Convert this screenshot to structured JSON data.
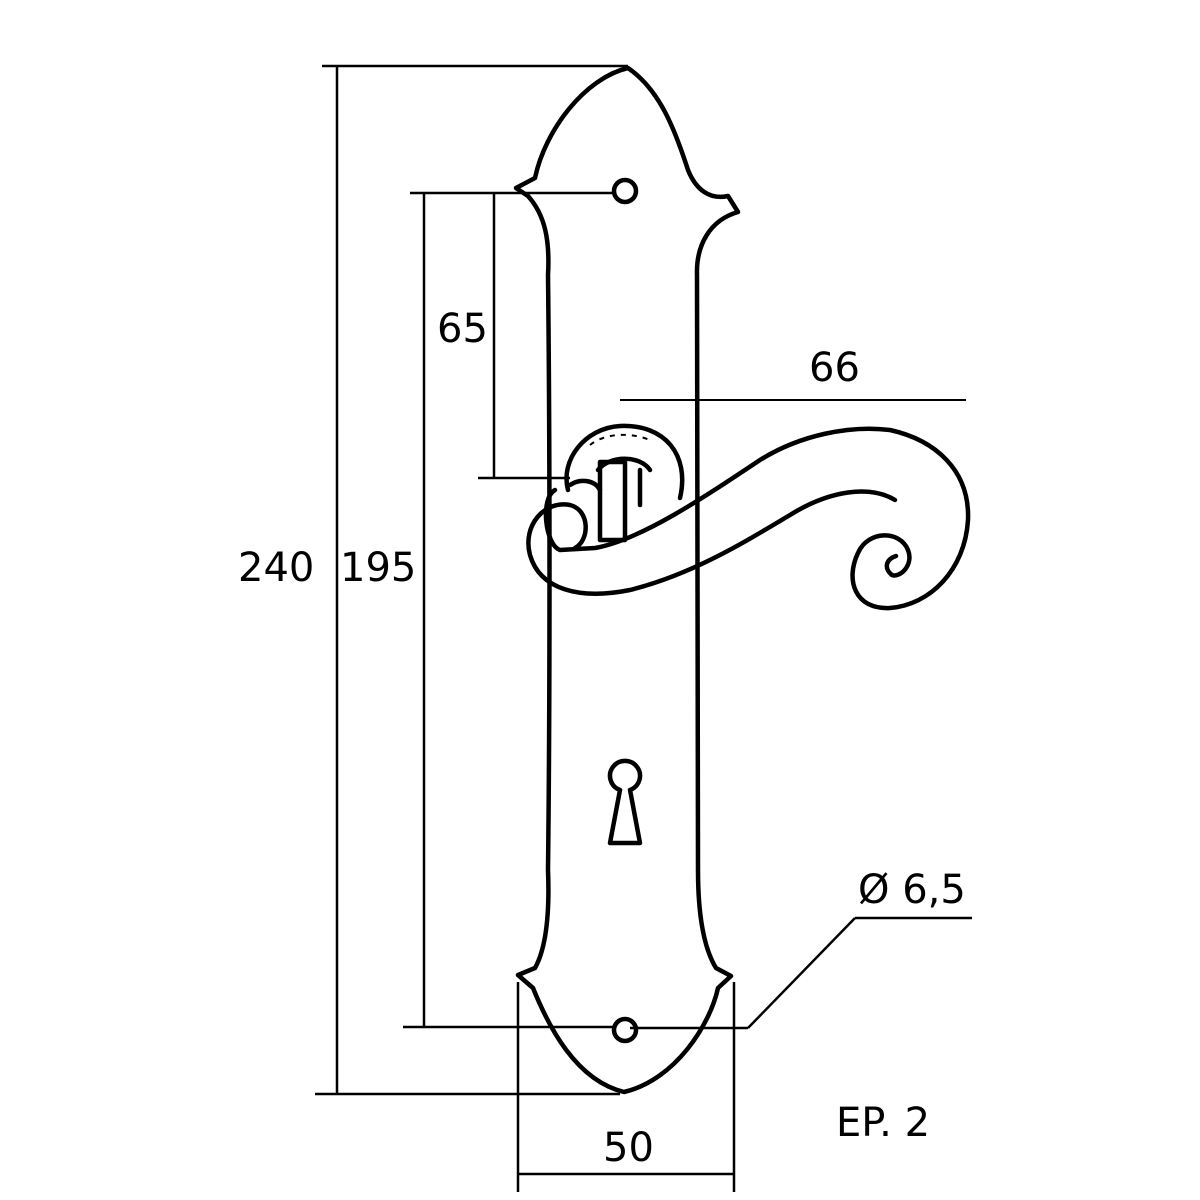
{
  "dimensions": {
    "total_height": "240",
    "hole_spacing": "195",
    "handle_offset": "65",
    "handle_length": "66",
    "hole_diameter": "Ø 6,5",
    "plate_width": "50"
  },
  "model": "EP. 2"
}
